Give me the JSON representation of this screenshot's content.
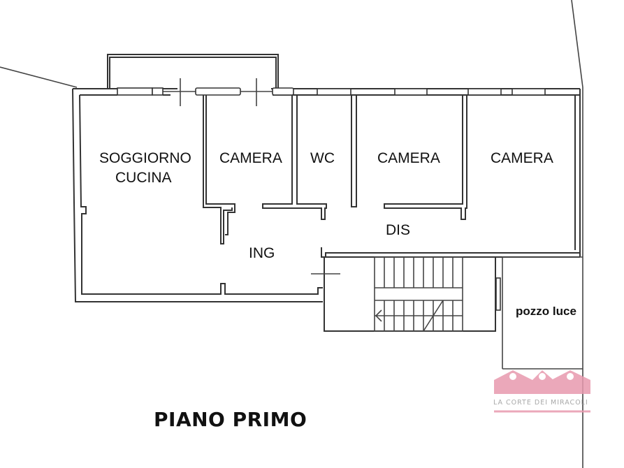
{
  "plan": {
    "title": "PIANO PRIMO",
    "rooms": [
      {
        "id": "soggiorno",
        "line1": "SOGGIORNO",
        "line2": "CUCINA"
      },
      {
        "id": "camera-1",
        "line1": "CAMERA"
      },
      {
        "id": "wc",
        "line1": "WC"
      },
      {
        "id": "camera-2",
        "line1": "CAMERA"
      },
      {
        "id": "camera-3",
        "line1": "CAMERA"
      },
      {
        "id": "dis",
        "line1": "DIS"
      },
      {
        "id": "ing",
        "line1": "ING"
      },
      {
        "id": "pozzo-luce",
        "line1": "pozzo luce"
      }
    ]
  },
  "watermark": {
    "text": "LA CORTE DEI MIRACOLI",
    "color": "#e89aae"
  }
}
